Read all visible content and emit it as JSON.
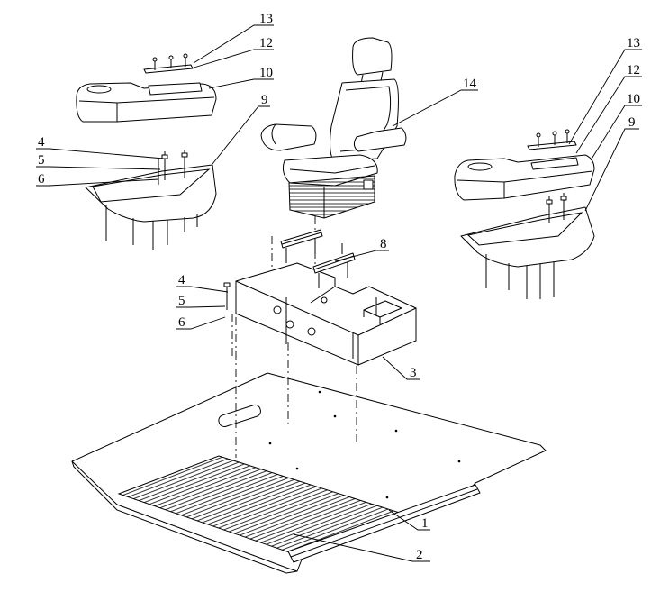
{
  "colors": {
    "line": "#000000",
    "background": "#ffffff"
  },
  "callouts": [
    {
      "label": "13"
    },
    {
      "label": "12"
    },
    {
      "label": "10"
    },
    {
      "label": "9"
    },
    {
      "label": "4"
    },
    {
      "label": "5"
    },
    {
      "label": "6"
    },
    {
      "label": "14"
    },
    {
      "label": "13"
    },
    {
      "label": "12"
    },
    {
      "label": "10"
    },
    {
      "label": "9"
    },
    {
      "label": "8"
    },
    {
      "label": "4"
    },
    {
      "label": "5"
    },
    {
      "label": "6"
    },
    {
      "label": "3"
    },
    {
      "label": "1"
    },
    {
      "label": "2"
    }
  ]
}
